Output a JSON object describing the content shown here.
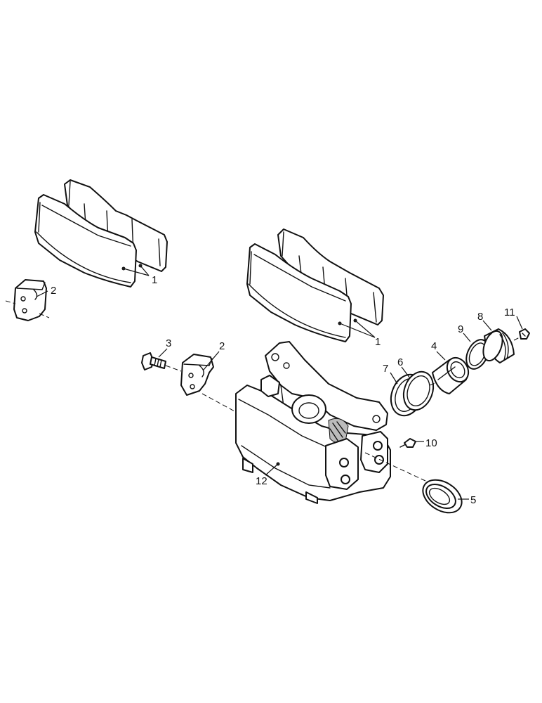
{
  "callouts": {
    "c1a": "1",
    "c1b": "1",
    "c2a": "2",
    "c2b": "2",
    "c3": "3",
    "c4": "4",
    "c5": "5",
    "c6": "6",
    "c7": "7",
    "c8": "8",
    "c9": "9",
    "c10": "10",
    "c11": "11",
    "c12": "12"
  }
}
